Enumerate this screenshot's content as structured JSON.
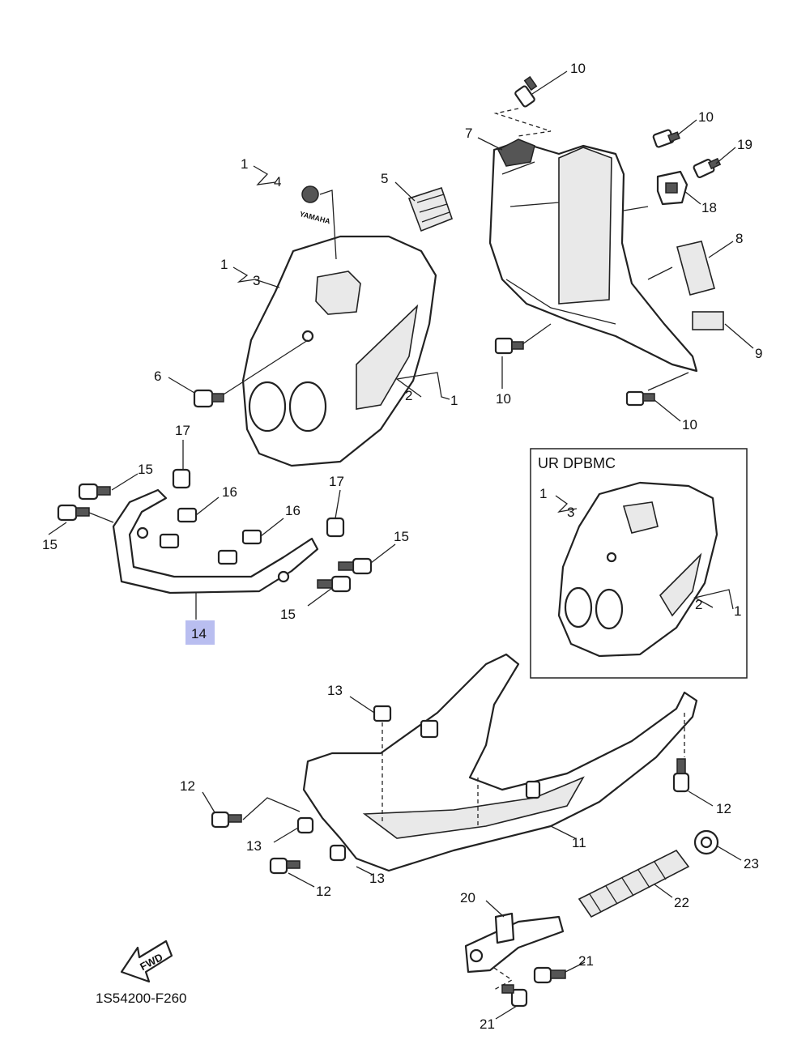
{
  "diagram_code": "1S54200-F260",
  "inset": {
    "title": "UR DPBMC"
  },
  "fwd_label": "FWD",
  "emblem_text": "YAMAHA",
  "highlight_color": "#b9bef0",
  "callouts": {
    "c10a": "10",
    "c10b": "10",
    "c10c": "10",
    "c10d": "10",
    "c19": "19",
    "c18": "18",
    "c8": "8",
    "c9": "9",
    "c7": "7",
    "c1a": "1",
    "c4": "4",
    "c5": "5",
    "c1b": "1",
    "c3": "3",
    "c6": "6",
    "c2": "2",
    "c1c": "1",
    "c17a": "17",
    "c17b": "17",
    "c15a": "15",
    "c15b": "15",
    "c15c": "15",
    "c15d": "15",
    "c16a": "16",
    "c16b": "16",
    "c14": "14",
    "in1a": "1",
    "in3": "3",
    "in2": "2",
    "in1b": "1",
    "c13a": "13",
    "c13b": "13",
    "c13c": "13",
    "c12a": "12",
    "c12b": "12",
    "c12c": "12",
    "c11": "11",
    "c23": "23",
    "c22": "22",
    "c20": "20",
    "c21a": "21",
    "c21b": "21"
  }
}
